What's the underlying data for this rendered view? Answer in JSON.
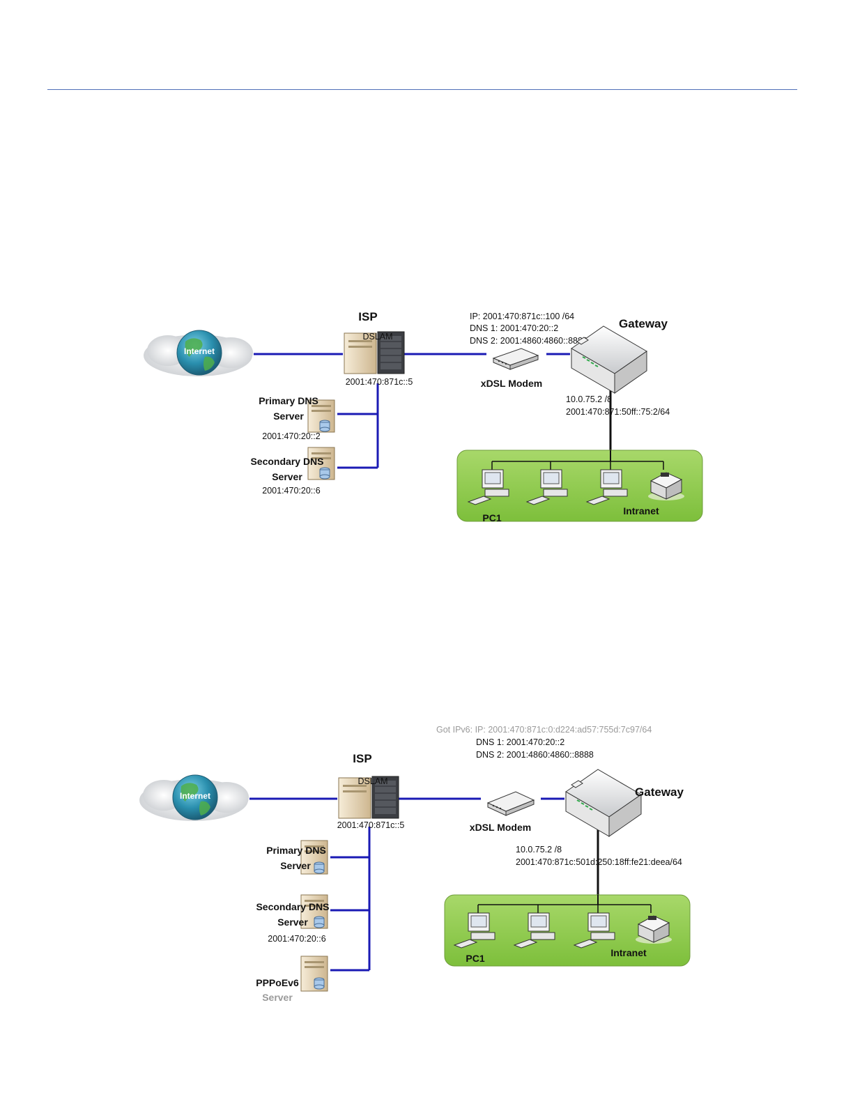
{
  "diagram1": {
    "internet": "Internet",
    "isp": "ISP",
    "dslam": "DSLAM",
    "dslam_ip": "2001:470:871c::5",
    "modem_ip": "IP: 2001:470:871c::100 /64",
    "modem_dns1": "DNS 1: 2001:470:20::2",
    "modem_dns2": "DNS 2: 2001:4860:4860::8888",
    "gateway": "Gateway",
    "modem": "xDSL Modem",
    "lan_ipv4": "10.0.75.2 /8",
    "lan_ipv6": "2001:470:871:50ff::75:2/64",
    "primary_dns_1": "Primary DNS",
    "primary_dns_2": "Server",
    "primary_dns_ip": "2001:470:20::2",
    "secondary_dns_1": "Secondary DNS",
    "secondary_dns_2": "Server",
    "secondary_dns_ip": "2001:470:20::6",
    "pc1": "PC1",
    "intranet": "Intranet"
  },
  "diagram2": {
    "got_ipv6": "Got IPv6: IP: 2001:470:871c:0:d224:ad57:755d:7c97/64",
    "dns1": "DNS 1: 2001:470:20::2",
    "dns2": "DNS 2: 2001:4860:4860::8888",
    "internet": "Internet",
    "isp": "ISP",
    "dslam": "DSLAM",
    "dslam_ip": "2001:470:871c::5",
    "gateway": "Gateway",
    "modem": "xDSL Modem",
    "lan_ipv4": "10.0.75.2 /8",
    "lan_ipv6": "2001:470:871c:501d:250:18ff:fe21:deea/64",
    "primary_dns_1": "Primary DNS",
    "primary_dns_2": "Server",
    "secondary_dns_1": "Secondary DNS",
    "secondary_dns_2": "Server",
    "secondary_dns_ip": "2001:470:20::6",
    "pppoe_1": "PPPoEv6",
    "pppoe_2": "Server",
    "pc1": "PC1",
    "intranet": "Intranet"
  }
}
